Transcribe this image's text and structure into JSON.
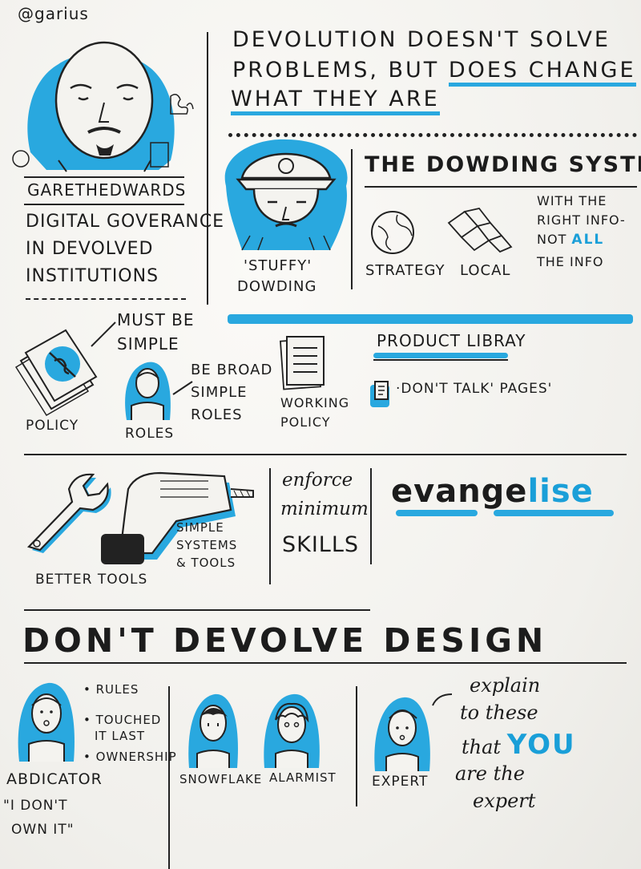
{
  "handle": "@garius",
  "speaker": {
    "name": "GARETHEDWARDS",
    "talk_title": [
      "DIGITAL GOVERANCE",
      "IN DEVOLVED",
      "INSTITUTIONS"
    ]
  },
  "headline": {
    "line1": "DEVOLUTION DOESN'T SOLVE",
    "line2_a": "PROBLEMS, BUT ",
    "line2_b": "DOES CHANGE",
    "line3": "WHAT THEY ARE"
  },
  "dowding": {
    "caption": [
      "'STUFFY'",
      "DOWDING"
    ],
    "title": "THE DOWDING SYSTEM",
    "strategy": "STRATEGY",
    "local": "LOCAL",
    "info": [
      "WITH THE",
      "RIGHT INFO-",
      "NOT ",
      "ALL",
      "THE INFO"
    ]
  },
  "policy_row": {
    "policy": "POLICY",
    "must_be_simple": [
      "MUST BE",
      "SIMPLE"
    ],
    "roles": "ROLES",
    "be_broad": [
      "BE BROAD",
      "SIMPLE",
      "ROLES"
    ],
    "working_policy": [
      "WORKING",
      "POLICY"
    ],
    "product_library": "PRODUCT LIBRAY",
    "dont_talk": "·DON'T TALK' PAGES'"
  },
  "tools_row": {
    "better_tools": "BETTER TOOLS",
    "simple_systems": [
      "SIMPLE",
      "SYSTEMS",
      "& TOOLS"
    ],
    "enforce": [
      "enforce",
      "minimum",
      "SKILLS"
    ],
    "evangelise_a": "evange",
    "evangelise_b": "lise"
  },
  "design": {
    "title": "DON'T DEVOLVE DESIGN",
    "bullets": [
      "• RULES",
      "• TOUCHED",
      "IT LAST",
      "• OWNERSHIP"
    ],
    "abdicator": "ABDICATOR",
    "abdicator_quote": [
      "\"I DON'T",
      "OWN IT\""
    ],
    "snowflake": "SNOWFLAKE",
    "alarmist": "ALARMIST",
    "expert": "EXPERT",
    "explain": [
      "explain",
      "to these",
      "that ",
      "YOU",
      "are the",
      "expert"
    ]
  },
  "colors": {
    "accent": "#29a8df",
    "ink": "#1c1c1c",
    "paper": "#f4f3ef"
  }
}
